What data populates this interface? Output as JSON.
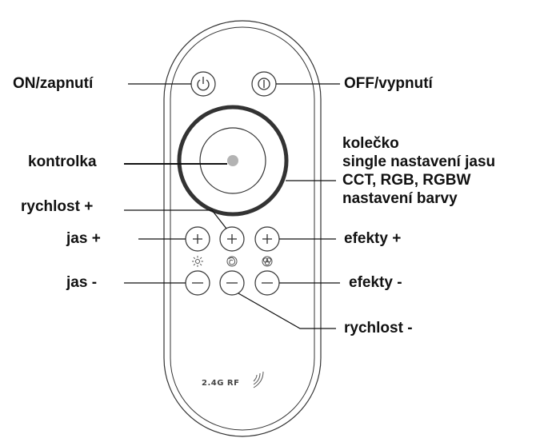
{
  "labels": {
    "on": "ON/zapnutí",
    "off": "OFF/vypnutí",
    "indicator": "kontrolka",
    "wheel": [
      "kolečko",
      "single nastavení jasu",
      "CCT, RGB, RGBW",
      "nastavení barvy"
    ],
    "speed_plus": "rychlost +",
    "brightness_plus": "jas +",
    "effects_plus": "efekty +",
    "brightness_minus": "jas -",
    "effects_minus": "efekty -",
    "speed_minus": "rychlost -"
  },
  "remote": {
    "brand": "2.4G RF"
  },
  "icons": {
    "power_on": "power-icon",
    "power_off": "power-off-icon",
    "brightness": "sun-icon",
    "speed": "swirl-icon",
    "effects": "rgb-circles-icon",
    "plus": "plus-icon",
    "minus": "minus-icon",
    "signal": "rf-signal-icon"
  },
  "colors": {
    "outline": "#333333",
    "indicator_led": "#b3b3b3",
    "text": "#111111"
  }
}
